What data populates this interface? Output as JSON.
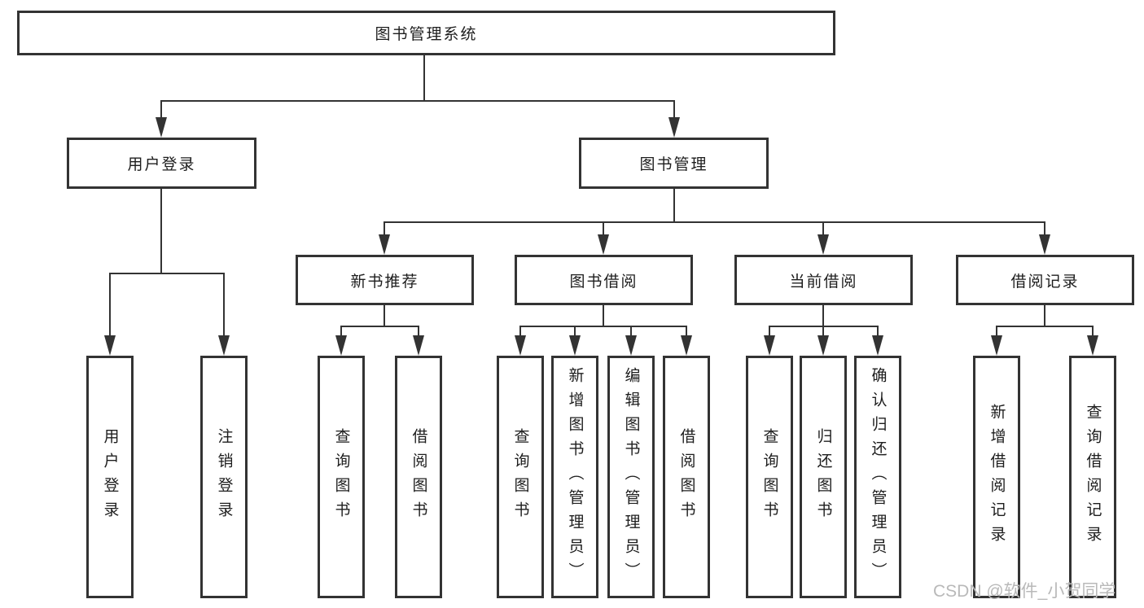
{
  "diagram": {
    "root": {
      "label": "图书管理系统"
    },
    "level2": [
      {
        "label": "用户登录"
      },
      {
        "label": "图书管理"
      }
    ],
    "level3": [
      {
        "label": "新书推荐",
        "parent": "图书管理"
      },
      {
        "label": "图书借阅",
        "parent": "图书管理"
      },
      {
        "label": "当前借阅",
        "parent": "图书管理"
      },
      {
        "label": "借阅记录",
        "parent": "图书管理"
      }
    ],
    "leaves": [
      {
        "label": "用户登录",
        "parent": "用户登录"
      },
      {
        "label": "注销登录",
        "parent": "用户登录"
      },
      {
        "label": "查询图书",
        "parent": "新书推荐"
      },
      {
        "label": "借阅图书",
        "parent": "新书推荐"
      },
      {
        "label": "查询图书",
        "parent": "图书借阅"
      },
      {
        "label": "新增图书（管理员）",
        "parent": "图书借阅"
      },
      {
        "label": "编辑图书（管理员）",
        "parent": "图书借阅"
      },
      {
        "label": "借阅图书",
        "parent": "图书借阅"
      },
      {
        "label": "查询图书",
        "parent": "当前借阅"
      },
      {
        "label": "归还图书",
        "parent": "当前借阅"
      },
      {
        "label": "确认归还（管理员）",
        "parent": "当前借阅"
      },
      {
        "label": "新增借阅记录",
        "parent": "借阅记录"
      },
      {
        "label": "查询借阅记录",
        "parent": "借阅记录"
      }
    ]
  },
  "watermark": {
    "text": "CSDN @软件_小贺同学"
  },
  "colors": {
    "line": "#333333",
    "text": "#1d1d1d",
    "watermark": "#b9b9b9",
    "background": "#ffffff"
  }
}
